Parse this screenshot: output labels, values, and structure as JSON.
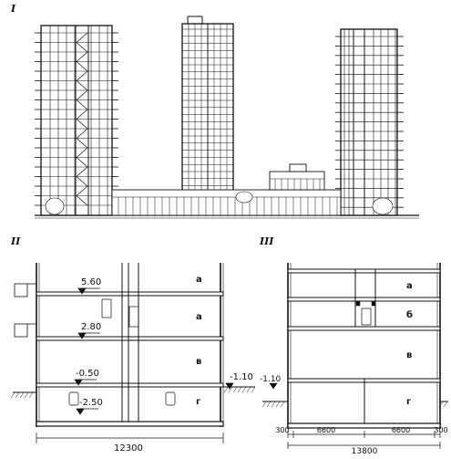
{
  "figure": {
    "part_labels": {
      "top": "I",
      "bottom_left": "II",
      "bottom_right": "III"
    }
  },
  "section_ii": {
    "floor_labels": [
      "а",
      "а",
      "в",
      "г"
    ],
    "levels": [
      "5.60",
      "2.80",
      "-0.50",
      "-2.50",
      "-1.10"
    ],
    "width_dimension": "12300"
  },
  "section_iii": {
    "floor_labels": [
      "а",
      "б",
      "в",
      "г"
    ],
    "level": "-1.10",
    "dimensions": [
      "300",
      "6600",
      "6600",
      "300"
    ],
    "total_dimension": "13800"
  },
  "colors": {
    "ink": "#111111",
    "paper": "#ffffff",
    "hatch": "#555555"
  }
}
